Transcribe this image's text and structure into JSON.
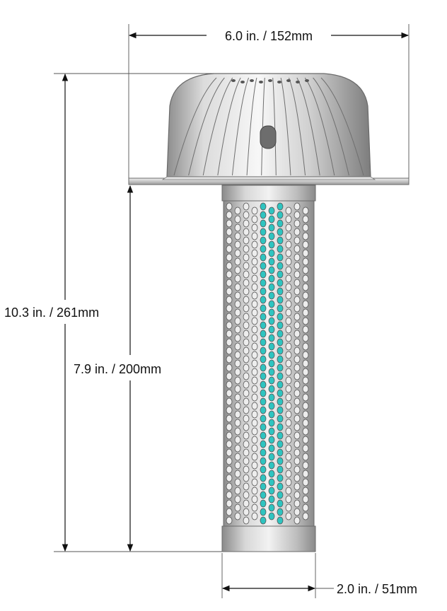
{
  "dimensions": {
    "dome_width": "6.0 in. / 152mm",
    "overall_height": "10.3 in. / 261mm",
    "tube_height": "7.9 in. / 200mm",
    "tube_diameter": "2.0 in. / 51mm"
  },
  "colors": {
    "line": "#111111",
    "metal_light": "#f4f4f4",
    "metal_mid": "#c9c9c9",
    "metal_dark": "#7a7a7a",
    "perforation_accent": "#2fc4c0"
  }
}
